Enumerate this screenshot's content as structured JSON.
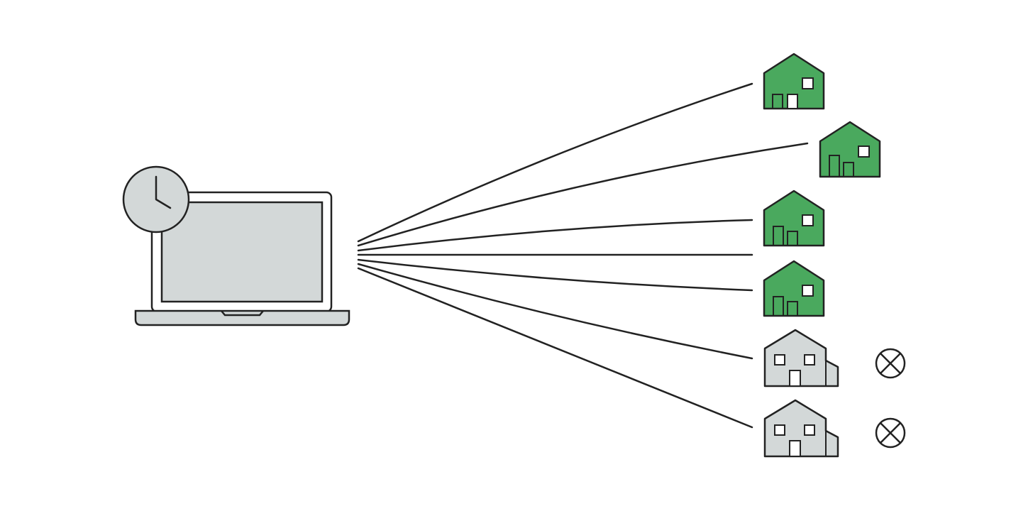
{
  "colors": {
    "background": "#ffffff",
    "stroke": "#222222",
    "device_fill": "#d3d8d8",
    "active_fill": "#4aa95e",
    "inactive_fill": "#d3d8d8"
  },
  "source": {
    "icon": "laptop-icon",
    "badge_icon": "clock-icon"
  },
  "targets": [
    {
      "icon": "house-icon",
      "status": "connected",
      "color": "#4aa95e"
    },
    {
      "icon": "house-icon",
      "status": "connected",
      "color": "#4aa95e"
    },
    {
      "icon": "house-icon",
      "status": "connected",
      "color": "#4aa95e"
    },
    {
      "icon": "house-icon",
      "status": "connected",
      "color": "#4aa95e"
    },
    {
      "icon": "house-icon",
      "status": "failed",
      "color": "#d3d8d8",
      "failure_icon": "x-circle-icon"
    },
    {
      "icon": "house-icon",
      "status": "failed",
      "color": "#d3d8d8",
      "failure_icon": "x-circle-icon"
    }
  ]
}
